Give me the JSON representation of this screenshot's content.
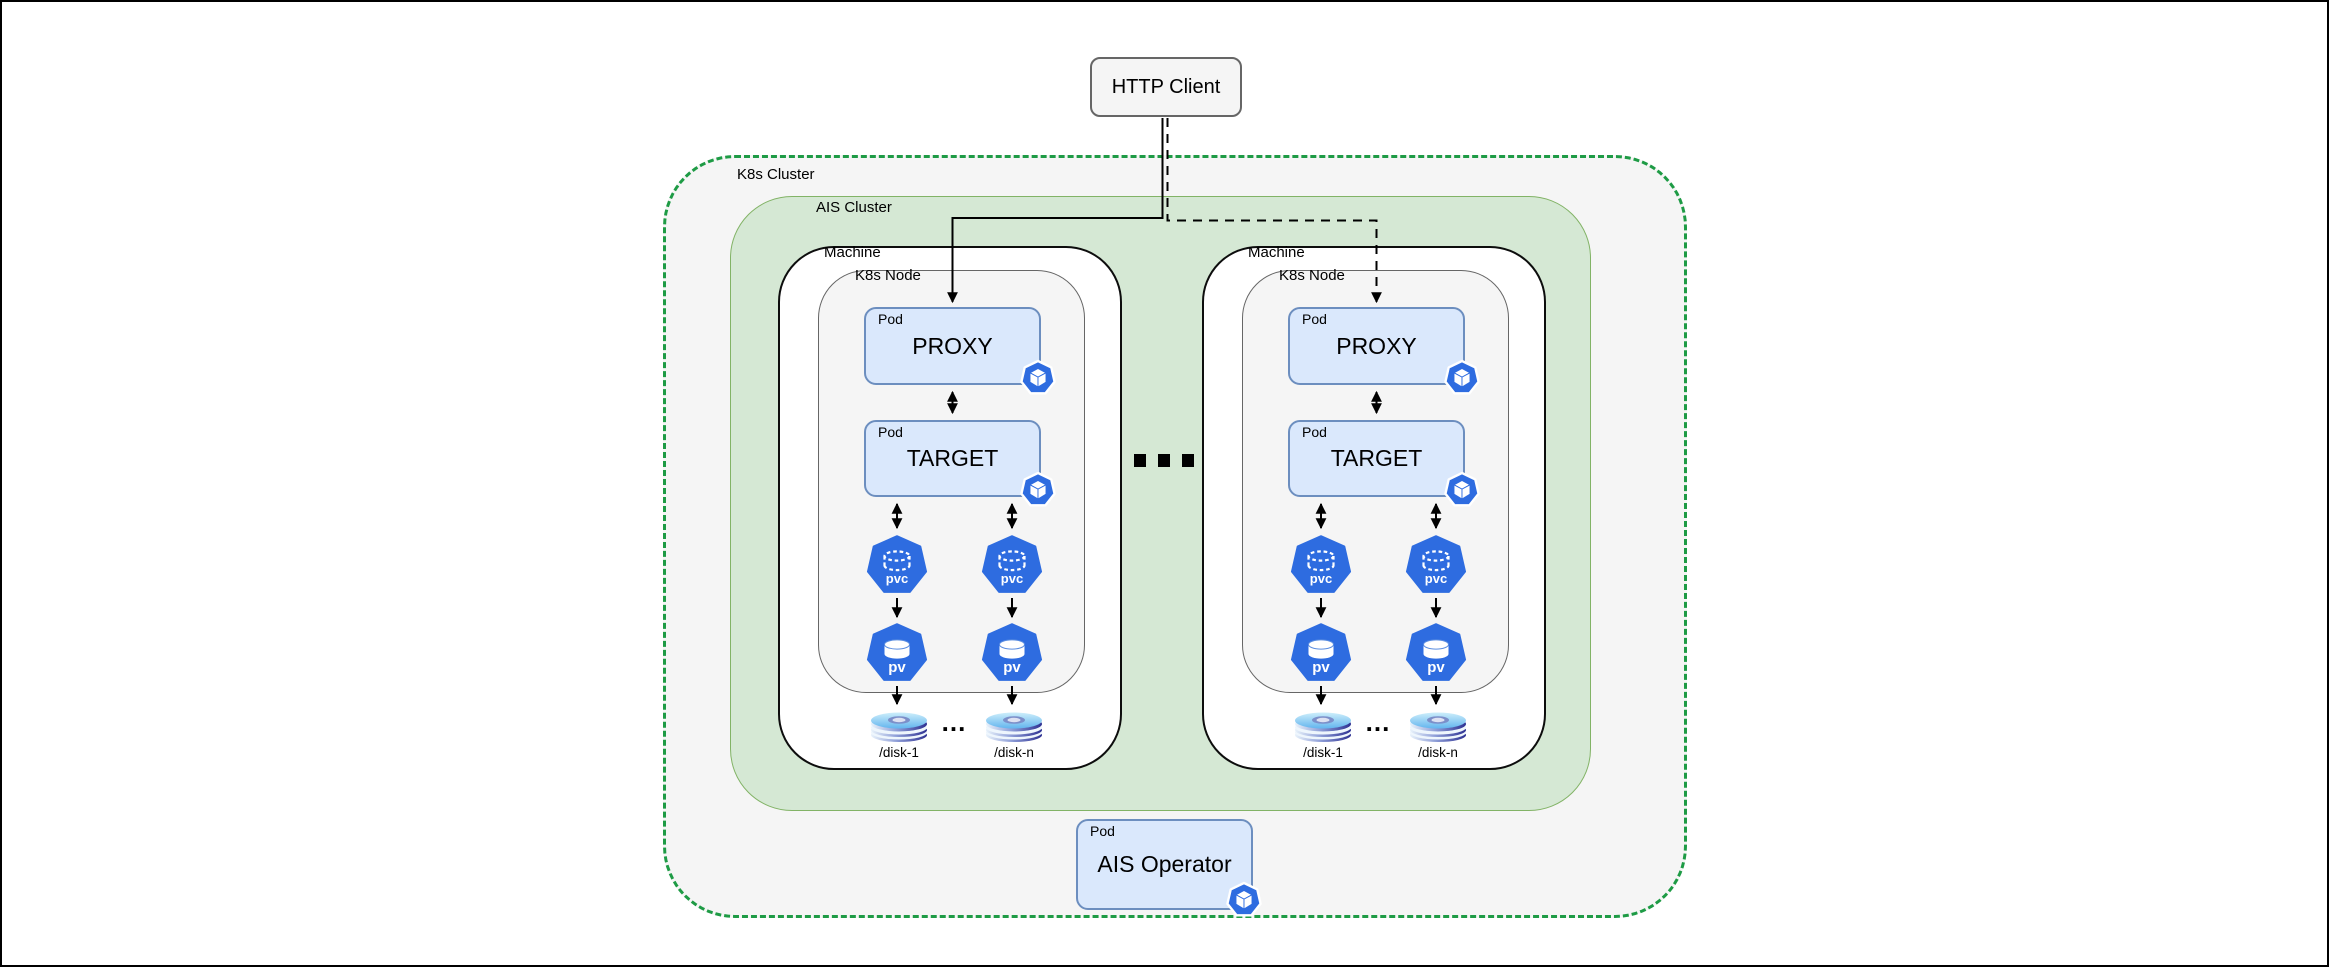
{
  "http_client": {
    "label": "HTTP Client"
  },
  "k8s_cluster": {
    "label": "K8s Cluster"
  },
  "ais_cluster": {
    "label": "AIS Cluster"
  },
  "machines": [
    {
      "label": "Machine",
      "node_label": "K8s Node",
      "proxy": {
        "pod_tag": "Pod",
        "title": "PROXY",
        "badge_icon": "k8s-pod-cube-icon"
      },
      "target": {
        "pod_tag": "Pod",
        "title": "TARGET",
        "badge_icon": "k8s-pod-cube-icon"
      },
      "pvcs": [
        "pvc",
        "pvc"
      ],
      "pvs": [
        "pv",
        "pv"
      ],
      "disks": [
        "/disk-1",
        "/disk-n"
      ],
      "disk_ellipsis": "..."
    },
    {
      "label": "Machine",
      "node_label": "K8s Node",
      "proxy": {
        "pod_tag": "Pod",
        "title": "PROXY",
        "badge_icon": "k8s-pod-cube-icon"
      },
      "target": {
        "pod_tag": "Pod",
        "title": "TARGET",
        "badge_icon": "k8s-pod-cube-icon"
      },
      "pvcs": [
        "pvc",
        "pvc"
      ],
      "pvs": [
        "pv",
        "pv"
      ],
      "disks": [
        "/disk-1",
        "/disk-n"
      ],
      "disk_ellipsis": "..."
    }
  ],
  "machines_ellipsis": "...",
  "operator": {
    "pod_tag": "Pod",
    "title": "AIS Operator",
    "badge_icon": "k8s-pod-cube-icon"
  },
  "icons": {
    "pvc": "k8s-pvc-heptagon-icon",
    "pv": "k8s-pv-heptagon-icon",
    "disk": "disk-stack-icon",
    "pod_badge": "k8s-pod-cube-icon"
  },
  "colors": {
    "k8s_cluster_border": "#1e9b45",
    "k8s_cluster_fill": "#f5f5f5",
    "ais_cluster_fill": "#d5e8d4",
    "ais_cluster_border": "#82b366",
    "machine_fill": "#ffffff",
    "node_fill": "#f5f5f5",
    "pod_fill": "#dae8fc",
    "pod_border": "#6c8ebf",
    "kubernetes_blue": "#2e6ce0",
    "connector": "#000000"
  }
}
